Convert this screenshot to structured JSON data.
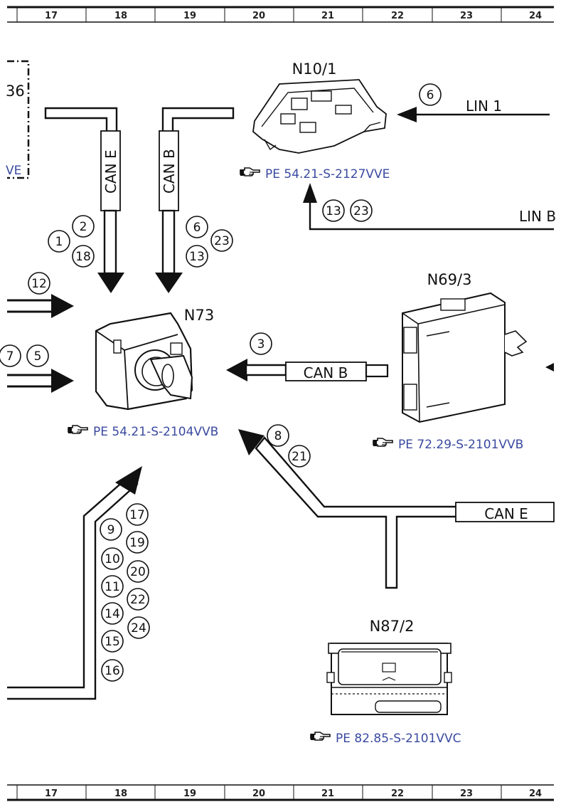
{
  "ruler": {
    "columns": [
      "17",
      "18",
      "19",
      "20",
      "21",
      "22",
      "23",
      "24"
    ]
  },
  "components": {
    "n10_1": {
      "label": "N10/1",
      "ref": "PE 54.21-S-2127VVE"
    },
    "n73": {
      "label": "N73",
      "ref": "PE 54.21-S-2104VVB"
    },
    "n69_3": {
      "label": "N69/3",
      "ref": "PE 72.29-S-2101VVB"
    },
    "n87_2": {
      "label": "N87/2",
      "ref": "PE 82.85-S-2101VVC"
    }
  },
  "left_partial": {
    "code": "36",
    "ref": "VE"
  },
  "buses": {
    "can_e_vertical": "CAN E",
    "can_b_vertical": "CAN B",
    "can_b_horizontal": "CAN B",
    "can_e_horizontal": "CAN E",
    "lin_1": "LIN 1",
    "lin_b": "LIN B"
  },
  "callouts": {
    "c6_lin": "6",
    "c13_top": "13",
    "c23_top": "23",
    "c1": "1",
    "c2": "2",
    "c18": "18",
    "c6": "6",
    "c23": "23",
    "c13": "13",
    "c12": "12",
    "c7": "7",
    "c5": "5",
    "c3": "3",
    "c8": "8",
    "c21": "21",
    "c9": "9",
    "c10": "10",
    "c11": "11",
    "c14": "14",
    "c15": "15",
    "c16": "16",
    "c17": "17",
    "c19": "19",
    "c20": "20",
    "c22": "22",
    "c24": "24"
  },
  "icons": {
    "reference": "pointing-hand-icon"
  }
}
